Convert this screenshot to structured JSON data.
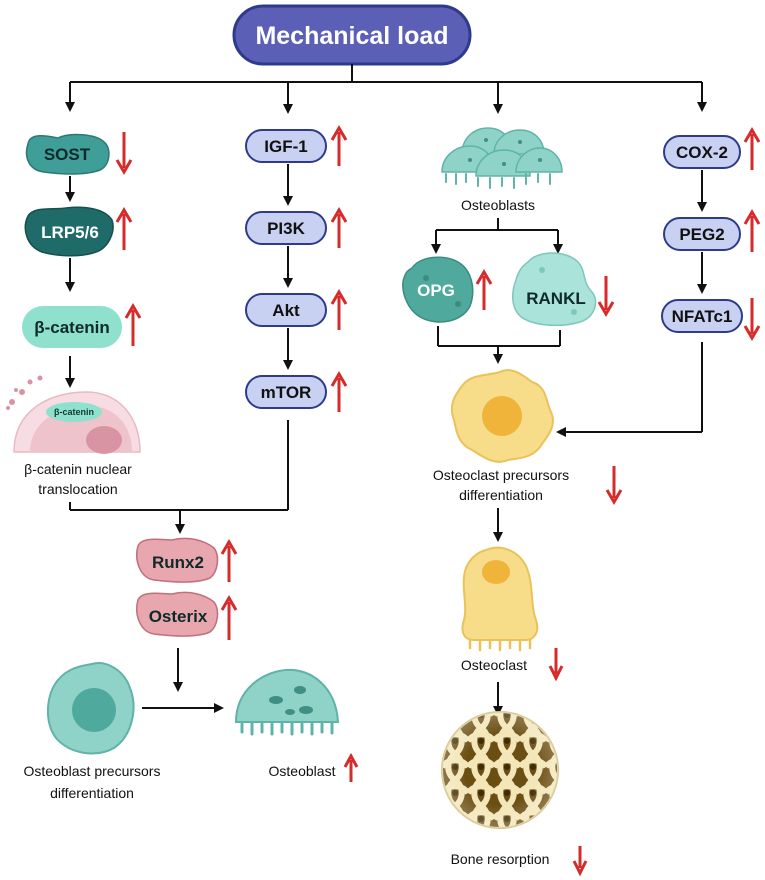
{
  "colors": {
    "title_fill": "#5b5fb5",
    "pill_fill": "#c9d1f2",
    "pill_stroke": "#2e3a8c",
    "teal": "#3f9e98",
    "dark_teal": "#1f6b6a",
    "mint": "#8fe0cc",
    "pink": "#e8a6ae",
    "yellow": "#f3c85a",
    "arrow_up": "#d62b2b",
    "arrow_down": "#d62b2b"
  },
  "title": "Mechanical load",
  "left": {
    "sost": "SOST",
    "lrp": "LRP5/6",
    "catenin": "β-catenin",
    "nucleus_label": "β-catenin",
    "translocation_line1": "β-catenin nuclear",
    "translocation_line2": "translocation"
  },
  "igf": {
    "igf1": "IGF-1",
    "pi3k": "PI3K",
    "akt": "Akt",
    "mtor": "mTOR"
  },
  "center": {
    "runx2": "Runx2",
    "osterix": "Osterix",
    "precursor_line1": "Osteoblast precursors",
    "precursor_line2": "differentiation",
    "osteoblast": "Osteoblast"
  },
  "osteoblasts": {
    "label": "Osteoblasts",
    "opg": "OPG",
    "rankl": "RANKL"
  },
  "osteoclast": {
    "precursor_line1": "Osteoclast precursors",
    "precursor_line2": "differentiation",
    "osteoclast": "Osteoclast",
    "bone": "Bone resorption"
  },
  "cox": {
    "cox2": "COX-2",
    "peg2": "PEG2",
    "nfatc1": "NFATc1"
  },
  "icons": [
    "up-arrow-icon",
    "down-arrow-icon",
    "cell-icon",
    "bone-icon"
  ]
}
